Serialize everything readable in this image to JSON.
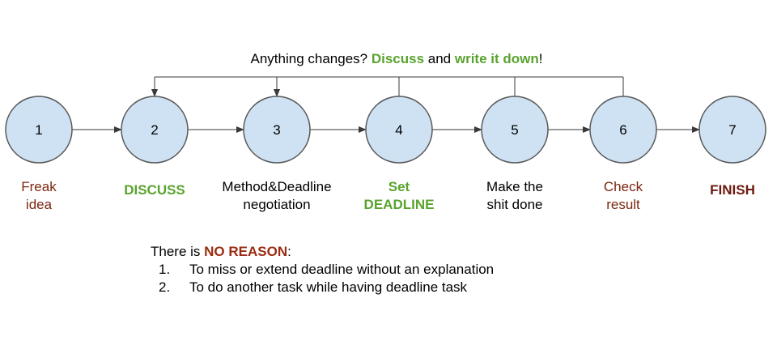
{
  "feedback": {
    "prefix": "Anything changes? ",
    "discuss": "Discuss",
    "middle": " and ",
    "write": "write it down",
    "suffix": "!"
  },
  "steps": [
    {
      "number": "1",
      "lines": [
        "Freak",
        "idea"
      ],
      "color": "#7b2710",
      "bold": false
    },
    {
      "number": "2",
      "lines": [
        "DISCUSS"
      ],
      "color": "#5aa32f",
      "bold": true
    },
    {
      "number": "3",
      "lines": [
        "Method&Deadline",
        "negotiation"
      ],
      "color": "#000000",
      "bold": false
    },
    {
      "number": "4",
      "lines": [
        "Set",
        "DEADLINE"
      ],
      "color": "#5aa32f",
      "bold": true
    },
    {
      "number": "5",
      "lines": [
        "Make the",
        "shit done"
      ],
      "color": "#000000",
      "bold": false
    },
    {
      "number": "6",
      "lines": [
        "Check",
        "result"
      ],
      "color": "#7b2710",
      "bold": false
    },
    {
      "number": "7",
      "lines": [
        "FINISH"
      ],
      "color": "#6b1a0e",
      "bold": true
    }
  ],
  "colors": {
    "node_fill": "#cfe2f3",
    "node_stroke": "#595959",
    "arrow": "#3a3a3a"
  },
  "rules": {
    "prefix": "There is ",
    "emphasis": "NO REASON",
    "suffix": ":",
    "items": [
      {
        "number": "1.",
        "text": "To miss or extend deadline without an explanation"
      },
      {
        "number": "2.",
        "text": "To do another task while having deadline task"
      }
    ]
  }
}
